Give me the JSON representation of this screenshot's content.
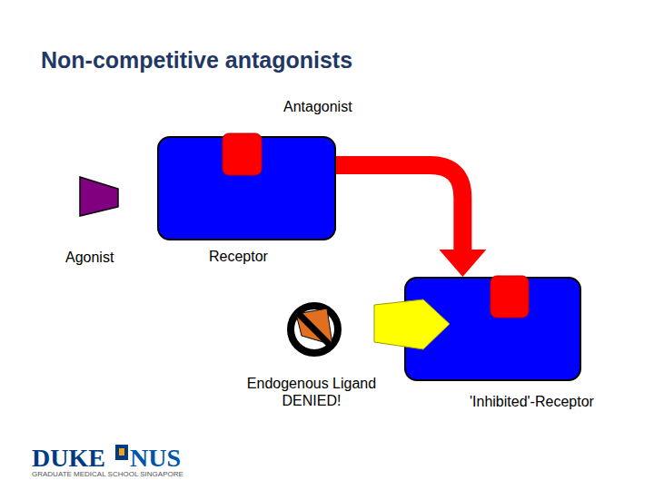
{
  "diagram": {
    "title": "Non-competitive antagonists",
    "nodes": [
      {
        "text": [
          "Receptor"
        ]
      },
      {
        "text": [
          "'Inhibited'-Receptor"
        ]
      }
    ],
    "edges": [
      {
        "from": 0,
        "to": 1,
        "arrow": "to"
      }
    ],
    "labels": [
      "Antagonist",
      "Agonist",
      "Endogenous Ligand DENIED!",
      "DUKE",
      "NUS",
      "GRADUATE MEDICAL SCHOOL SINGAPORE"
    ]
  }
}
